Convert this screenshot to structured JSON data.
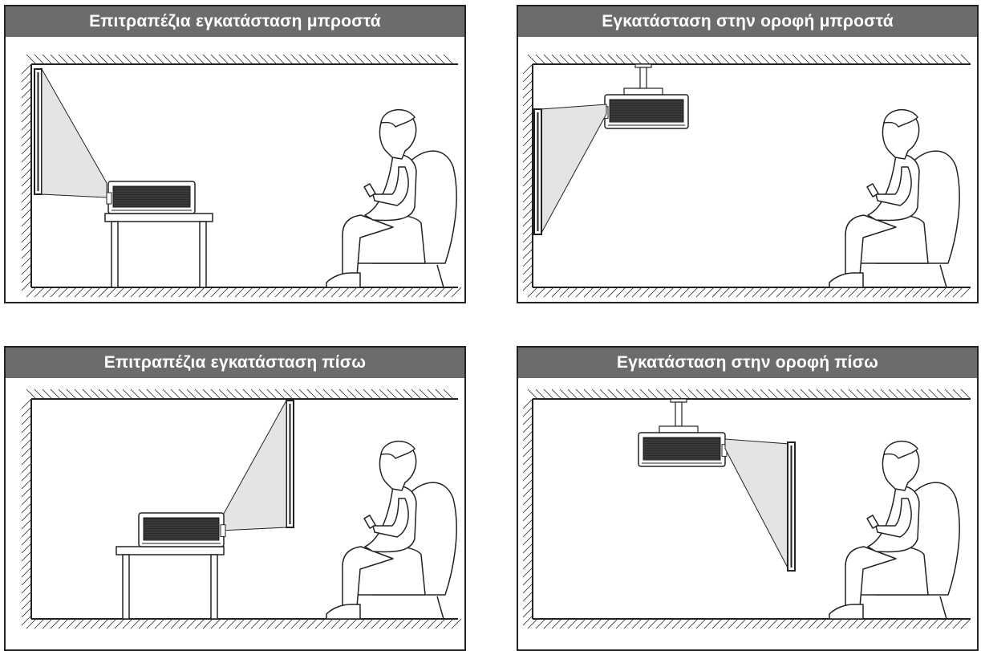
{
  "panels": [
    {
      "id": "p1",
      "title": "Επιτραπέζια εγκατάσταση μπροστά",
      "mount": "table",
      "screen_side": "front"
    },
    {
      "id": "p2",
      "title": "Εγκατάσταση στην οροφή μπροστά",
      "mount": "ceiling",
      "screen_side": "front"
    },
    {
      "id": "p3",
      "title": "Επιτραπέζια εγκατάσταση πίσω",
      "mount": "table",
      "screen_side": "rear"
    },
    {
      "id": "p4",
      "title": "Εγκατάσταση στην οροφή πίσω",
      "mount": "ceiling",
      "screen_side": "rear"
    }
  ],
  "colors": {
    "header_bg": "#6c6c6c",
    "header_text": "#ffffff",
    "line": "#222222",
    "beam": "#e4e4e4"
  }
}
